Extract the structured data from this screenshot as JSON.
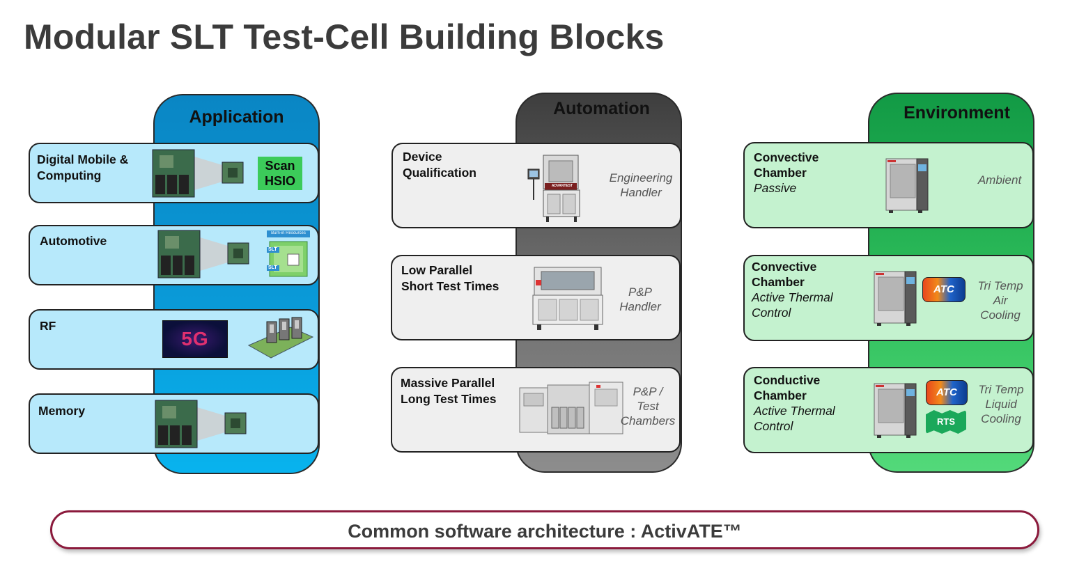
{
  "title": "Modular SLT Test-Cell Building Blocks",
  "columns": {
    "application": {
      "title": "Application",
      "items": [
        {
          "label_line1": "Digital Mobile &",
          "label_line2": "Computing",
          "badge_line1": "Scan",
          "badge_line2": "HSIO"
        },
        {
          "label_line1": "Automotive",
          "badge_header": "Burn-in Resources",
          "badge_slt1": "SLT",
          "badge_slt2": "SLT"
        },
        {
          "label_line1": "RF",
          "badge": "5G"
        },
        {
          "label_line1": "Memory"
        }
      ]
    },
    "automation": {
      "title": "Automation",
      "items": [
        {
          "label_line1": "Device",
          "label_line2": "Qualification",
          "note_line1": "Engineering",
          "note_line2": "Handler",
          "brand": "ADVANTEST"
        },
        {
          "label_line1": "Low Parallel",
          "label_line2": "Short Test Times",
          "note_line1": "P&P",
          "note_line2": "Handler"
        },
        {
          "label_line1": "Massive Parallel",
          "label_line2": "Long Test Times",
          "note_line1": "P&P /",
          "note_line2": "Test",
          "note_line3": "Chambers"
        }
      ]
    },
    "environment": {
      "title": "Environment",
      "items": [
        {
          "label_line1": "Convective",
          "label_line2": "Chamber",
          "italic_line1": "Passive",
          "note_line1": "Ambient"
        },
        {
          "label_line1": "Convective",
          "label_line2": "Chamber",
          "italic_line1": "Active Thermal",
          "italic_line2": "Control",
          "badge": "ATC",
          "note_line1": "Tri Temp",
          "note_line2": "Air",
          "note_line3": "Cooling"
        },
        {
          "label_line1": "Conductive",
          "label_line2": "Chamber",
          "italic_line1": "Active Thermal",
          "italic_line2": "Control",
          "badge": "ATC",
          "badge2": "RTS",
          "note_line1": "Tri Temp",
          "note_line2": "Liquid",
          "note_line3": "Cooling"
        }
      ]
    }
  },
  "footer": {
    "text": "Common software architecture : ActivATE™"
  },
  "colors": {
    "application": "#0a9ad8",
    "automation": "#5a5a5a",
    "environment": "#2fbf5c",
    "footer_border": "#8b1a3c"
  }
}
